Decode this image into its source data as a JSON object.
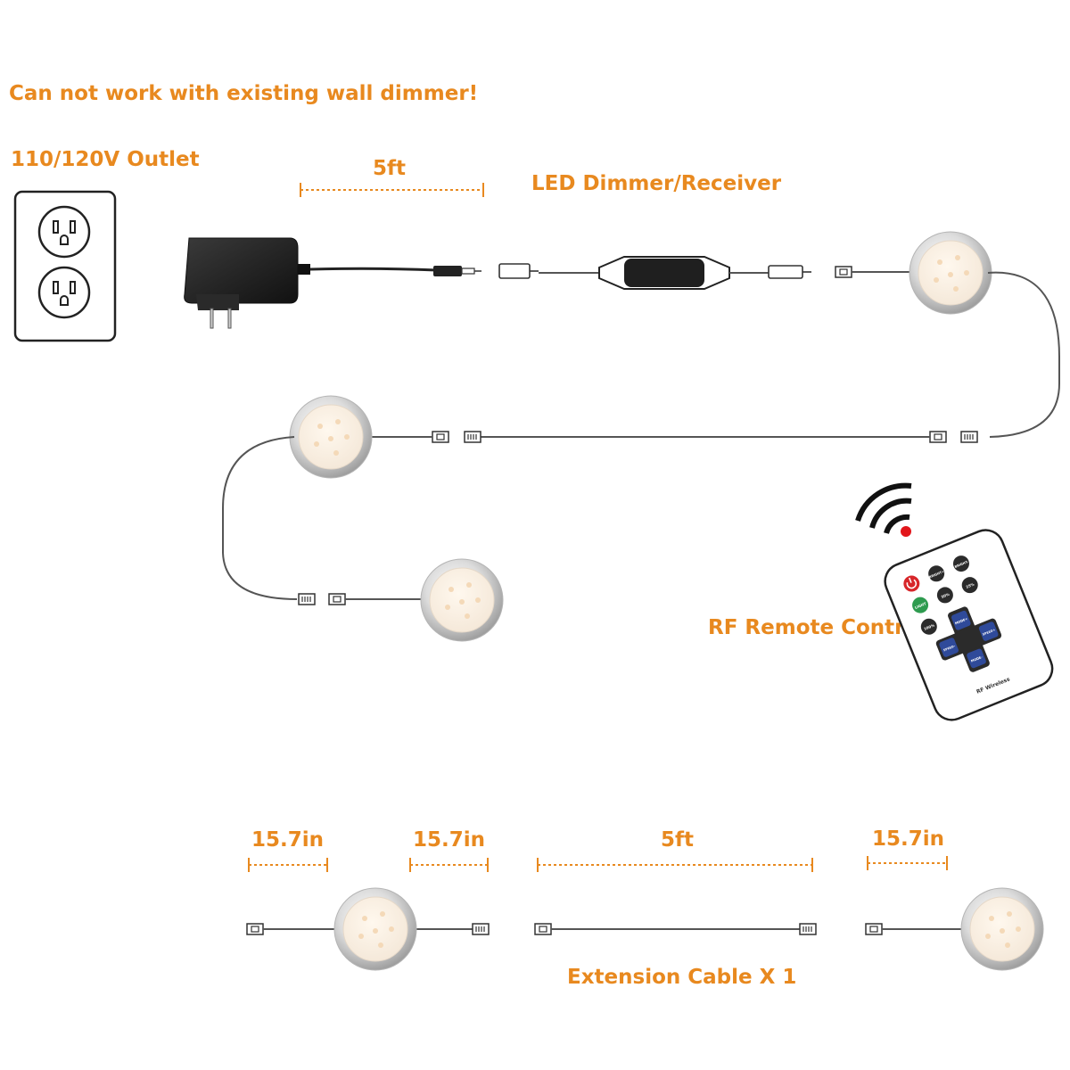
{
  "colors": {
    "accent": "#E8891F",
    "wire": "#555555",
    "outline": "#333333",
    "adapter": "#222222",
    "dimmer": "#1f1f1f",
    "remote_power": "#D7262A",
    "remote_green": "#2E9B4F",
    "remote_blue": "#2F4A9A",
    "remote_key": "#2b2b2b",
    "rf_dot": "#E2161B",
    "light_face": "#FBF2E8"
  },
  "warning": "Can not work with existing wall dimmer!",
  "outlet_label": "110/120V Outlet",
  "dimmer_label": "LED Dimmer/Receiver",
  "remote_label": "RF Remote Control",
  "extension_label": "Extension Cable X 1",
  "dimensions": {
    "adapter_cable": "5ft",
    "light_a_left": "15.7in",
    "light_a_right": "15.7in",
    "extension": "5ft",
    "light_b": "15.7in"
  },
  "remote_keys": {
    "on": "LIGHT",
    "bright_up": "BRIGHT+",
    "bright_down": "BRIGHT-",
    "pct_100": "100%",
    "pct_50": "50%",
    "pct_25": "25%",
    "mode_up": "MODE+",
    "mode_down": "MODE-",
    "speed_up": "SPEED+",
    "speed_down": "SPEED-",
    "brand": "RF Wireless"
  }
}
